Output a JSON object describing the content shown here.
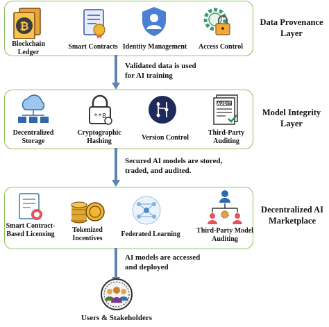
{
  "layers": [
    {
      "label": "Data Provenance Layer",
      "items": [
        "Blockchain Ledger",
        "Smart Contracts",
        "Identity Management",
        "Access Control"
      ]
    },
    {
      "label": "Model Integrity Layer",
      "items": [
        "Decentralized Storage",
        "Cryptographic Hashing",
        "Version Control",
        "Third-Party Auditing"
      ]
    },
    {
      "label": "Decentralized AI Marketplace",
      "items": [
        "Smart Contract-Based Licensing",
        "Tokenized Incentives",
        "Federated Learning",
        "Third-Party Model Auditing"
      ]
    }
  ],
  "arrows": [
    {
      "text": "Validated data is used for AI training"
    },
    {
      "text": "Secured AI models are stored, traded, and audited."
    },
    {
      "text": "AI models are accessed and deployed"
    }
  ],
  "endpoint": {
    "label": "Users & Stakeholders"
  },
  "icons": [
    "bitcoin-ledger-icon",
    "smart-contract-icon",
    "shield-user-icon",
    "gear-lock-icon",
    "cloud-network-icon",
    "hashing-lock-icon",
    "version-control-icon",
    "audit-document-icon",
    "license-certificate-icon",
    "token-coins-icon",
    "federated-network-icon",
    "org-chart-icon",
    "users-group-icon"
  ],
  "colors": {
    "box_border": "#8fbf5a",
    "arrow": "#5b84b1"
  }
}
